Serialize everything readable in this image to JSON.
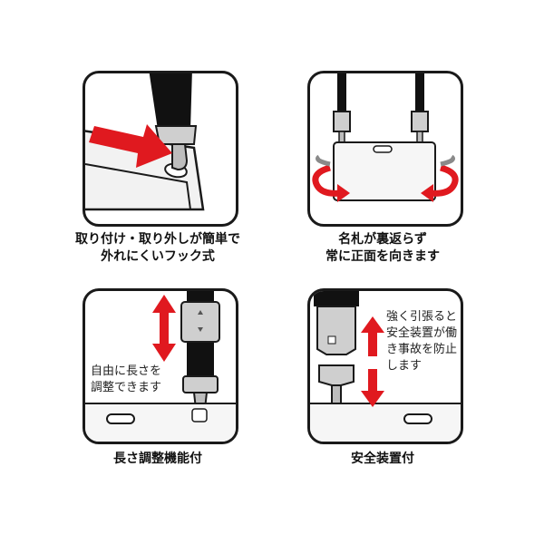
{
  "panels": {
    "hook": {
      "caption_lines": [
        "取り付け・取り外しが簡単で",
        "外れにくいフック式"
      ]
    },
    "rotate": {
      "caption_lines": [
        "名札が裏返らず",
        "常に正面を向きます"
      ]
    },
    "length": {
      "caption_lines": [
        "長さ調整機能付"
      ],
      "note_lines": [
        "自由に長さを",
        "調整できます"
      ]
    },
    "safety": {
      "caption_lines": [
        "安全装置付"
      ],
      "note_lines": [
        "強く引張ると",
        "安全装置が働",
        "き事故を防止",
        "します"
      ]
    }
  },
  "colors": {
    "accent_red": "#e0191f",
    "strap_black": "#111111",
    "hardware_gray": "#9a9a9a",
    "outline": "#1a1a1a"
  },
  "icons": [
    "red-arrow-icon",
    "rotate-arrow-icon",
    "double-arrow-icon",
    "buckle-icon",
    "hook-icon"
  ]
}
